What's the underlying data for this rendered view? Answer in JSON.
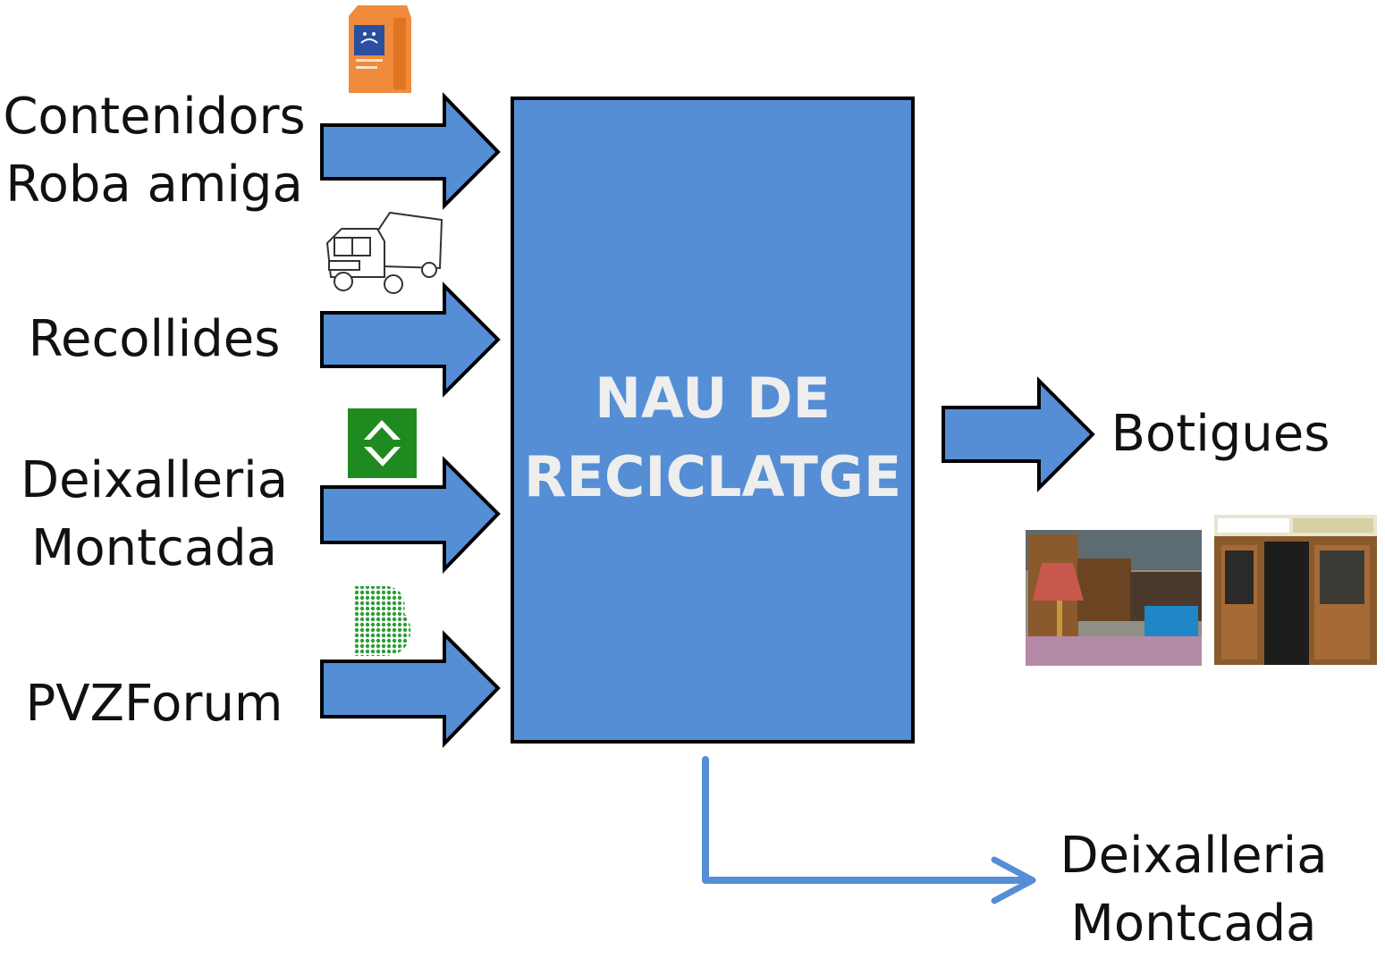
{
  "center": {
    "line1": "NAU DE",
    "line2": "RECICLATGE"
  },
  "inputs": [
    {
      "line1": "Contenidors",
      "line2": "Roba amiga",
      "icon": "orange-clothing-container-icon"
    },
    {
      "line1": "Recollides",
      "icon": "delivery-truck-icon"
    },
    {
      "line1": "Deixalleria",
      "line2": "Montcada",
      "icon": "recycling-point-logo-icon"
    },
    {
      "line1": "PVZForum",
      "icon": "green-b-logo-icon"
    }
  ],
  "outputs": {
    "shops": {
      "label": "Botigues",
      "photos": [
        "furniture-store-photo",
        "clothing-store-front-photo"
      ]
    },
    "deixalleria": {
      "line1": "Deixalleria",
      "line2": "Montcada"
    }
  },
  "colors": {
    "box": "#558ed5",
    "box_text": "#eeeeee",
    "arrow_fill": "#558ed5",
    "container": "#f08a3c",
    "logo_green": "#1f8a1f"
  }
}
